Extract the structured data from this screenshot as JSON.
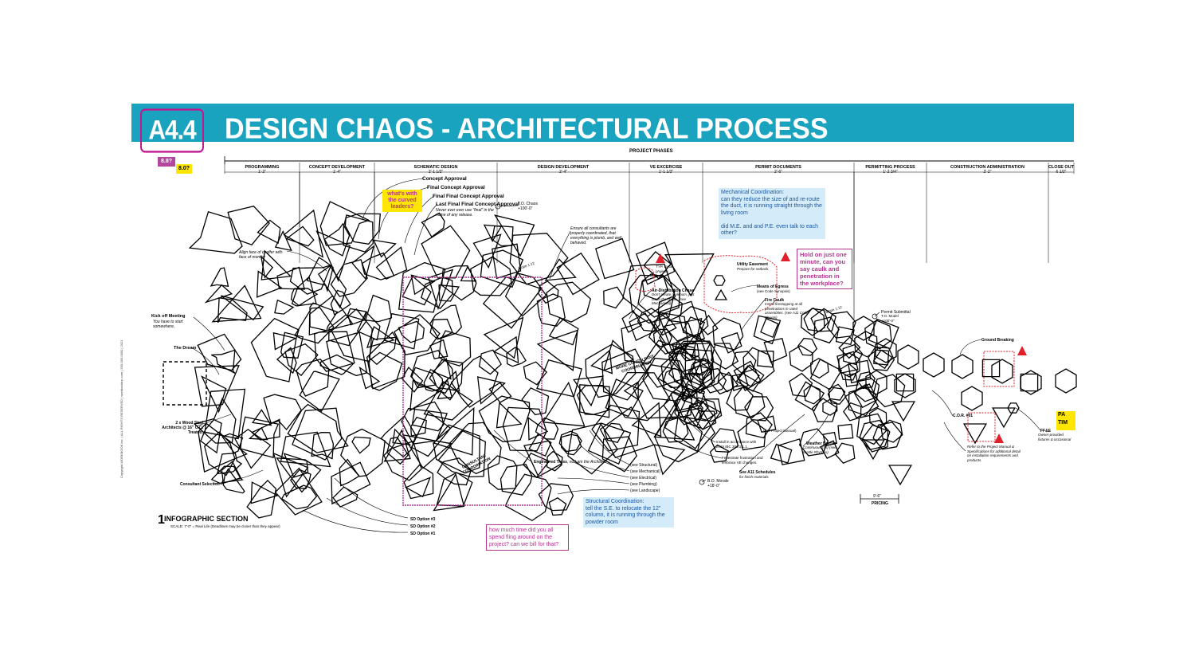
{
  "header": {
    "sheet_number": "A4.4",
    "title": "DESIGN CHAOS - ARCHITECTURAL PROCESS",
    "version_a": "8.8?",
    "version_b": "8.0?",
    "accent_color": "#1aa3bf"
  },
  "phases_title": "PROJECT PHASES",
  "phases": [
    {
      "name": "PROGRAMMING",
      "duration": "1'-2\""
    },
    {
      "name": "CONCEPT DEVELOPMENT",
      "duration": "1'-4\""
    },
    {
      "name": "SCHEMATIC DESIGN",
      "duration": "2'-1 1/2\""
    },
    {
      "name": "DESIGN DEVELOPMENT",
      "duration": "2'-4\""
    },
    {
      "name": "VE EXCERCISE",
      "duration": "1'-1 1/2\""
    },
    {
      "name": "PERMIT DOCUMENTS",
      "duration": "2'-6\""
    },
    {
      "name": "PERMITTING PROCESS",
      "duration": "1'-2 3/4\""
    },
    {
      "name": "CONSTRUCTION ADMINISTRATION",
      "duration": "2'-2\""
    },
    {
      "name": "CLOSE OUT",
      "duration": "6 1/2\""
    }
  ],
  "notes": {
    "concept_approval": "Concept Approval",
    "final_concept": "Final Concept Approval",
    "final_final": "Final Final Concept Approval",
    "last_final": "Last Final Final Concept Approval",
    "last_final_sub": "Never ever ever use \"final\" in the name of any release.",
    "curved_leaders": "what's with the curved leaders?",
    "align_face": "Align face of chaffer with face of monitor",
    "kickoff": "Kick off Meeting",
    "kickoff_sub": "You have to start somewhere.",
    "the_dream": "The Dream",
    "wood_stud": "2 x Wood Stud Architects @ 16\" O.C. Treated.",
    "consultant_selection": "Consultant Selection",
    "sd3": "SD Option #3",
    "sd2": "SD Option #2",
    "sd1": "SD Option #1",
    "to_chaos": "T.O. Chaos",
    "to_chaos_val": "+100'-0\"",
    "ensure_consultants": "Ensure all consultants are properly coordinated, that everything is plumb, and well behaved.",
    "tbd": "TYP. for all projects.",
    "air_chase": "Air-Distribution Chase",
    "air_chase_sub": "Don't create a plenum, just cut to the chase. (see Mechanical)",
    "utility": "Utility Easement",
    "utility_sub": "Prepare for setback.",
    "egress": "Means of Egress",
    "egress_sub": "(see Code Synopsis)",
    "firecaulk": "Fire Caulk",
    "firecaulk_sub": "Install firestopping at all penetrations in rated assemblies. (see A11 Code Sheets)",
    "permit_submittal": "Permit Submittal",
    "permit_submittal_sub": "T.O. Model +100'-0\"",
    "ground_breaking": "Ground Breaking",
    "cor": "C.O.R. #01",
    "refer": "Refer to the Project Manual & Specifications for additional detail on installation requirements and products.",
    "ffe": "FF&E",
    "ffe_sub": "Owner-provided fixtures & occasional OAC Donuts.",
    "engineered_truss": "Engineered Truss",
    "engineered_truss_sub": ", no I am the Architect.",
    "see_structural": "(see Structural)",
    "see_mechanical": "(see Mechanical)",
    "see_electrical": "(see Electrical)",
    "see_plumbing": "(see Plumbing)",
    "see_landscape": "(see Landscape)",
    "bo_morale": "B.O. Morale",
    "bo_morale_val": "+18'-0\"",
    "install_accordance": "Install in accordance with 2015 IBC 303.1.1.1.",
    "fenestrate": "Fenestrate frustration and embrace VE changes.",
    "see_a11": "See A11 Schedules",
    "see_a11_sub": "for finish materials.",
    "see_project_manual": "(see Project Manual)",
    "weather_barrier": "Weather Barrier",
    "weather_barrier_sub": "Continuous (fin) (see Bustle Rhymes)",
    "pricing": "PRICING",
    "pricing_dim": "9'-6\"",
    "more_consultant": "MORE CONSULTANT COORDINATION",
    "consultant_coord": "CONSULTANT COORDINATION",
    "slope_a": "Slope 1:12",
    "slope_b": "Slope 1:12",
    "pa_label": "PA TIM",
    "copyright": "Copyright WORKBOOK Inc. | ALL RIGHTS RESERVED | workbookinc.com | 555-000-0000 | 2021"
  },
  "callouts": {
    "mechanical": "Mechanical Coordination:\ncan they reduce the size of and re-route the duct, it is running straight through the living room\n\ndid M.E. and and P.E. even talk to each other?",
    "hold_on": "Hold on just one minute, can you say caulk and penetration in the workplace?",
    "structural": "Structural Coordination:\ntell the S.E. to relocate the 12\" column, it is running through the powder room",
    "fling": "how much time did you all spend fling around on the project? can we bill for that?"
  },
  "section": {
    "number": "1",
    "title": "INFOGRAPHIC SECTION",
    "scale": "SCALE: 7'-0\" = Real Life (Deadlines may be closer than they appear)"
  },
  "colors": {
    "magenta": "#b5338f",
    "red": "#e0202a",
    "yellow": "#ffe600",
    "note_blue": "#d4ecf9"
  }
}
